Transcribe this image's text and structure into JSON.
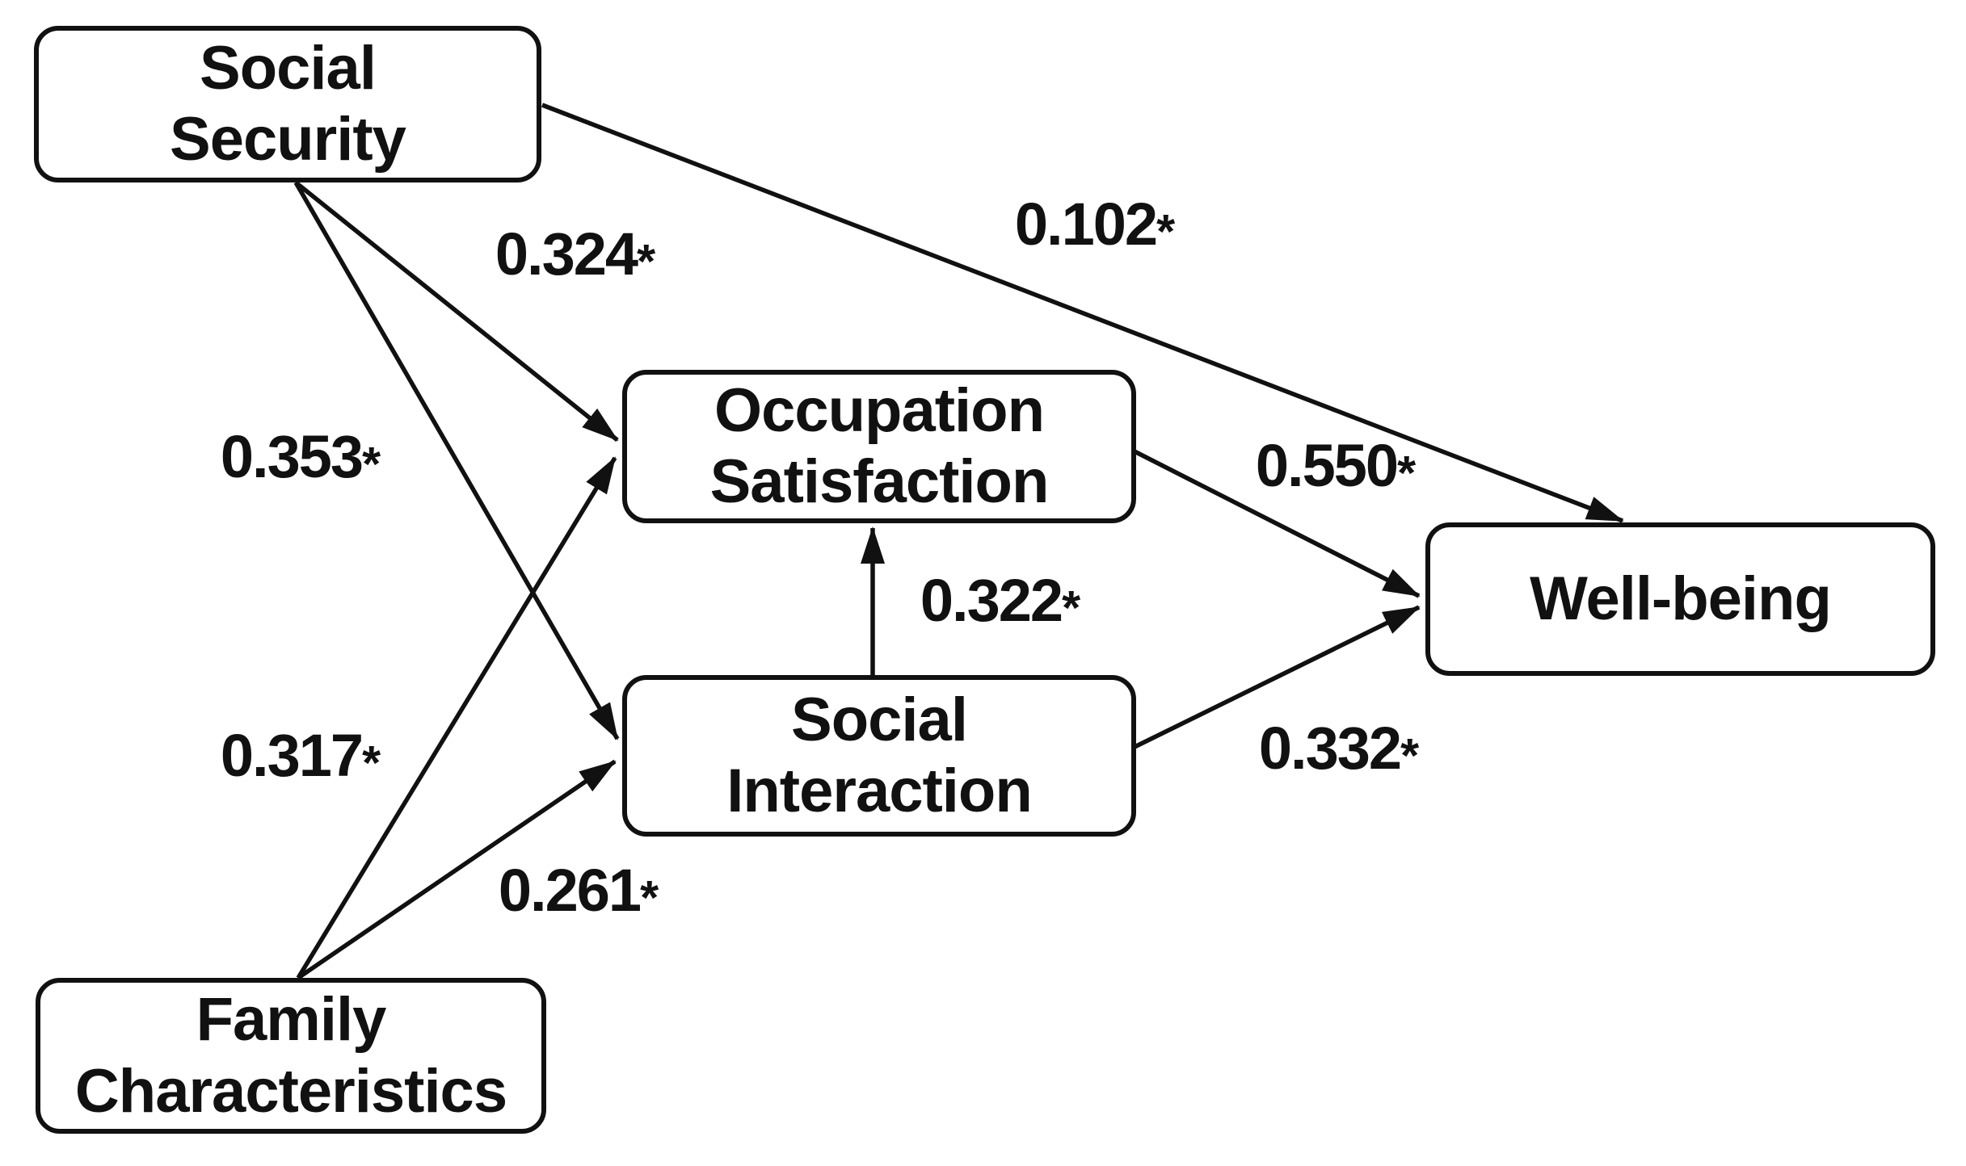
{
  "figure": {
    "type": "structural-path-diagram",
    "background_color": "#ffffff",
    "line_color": "#111111",
    "text_color": "#111111"
  },
  "diagram": {
    "nodes": [
      {
        "id": "social-security",
        "line1": "Social",
        "line2": "Security"
      },
      {
        "id": "occupation-satisfaction",
        "line1": "Occupation",
        "line2": "Satisfaction"
      },
      {
        "id": "social-interaction",
        "line1": "Social",
        "line2": "Interaction"
      },
      {
        "id": "well-being",
        "line1": "Well-being"
      },
      {
        "id": "family-characteristics",
        "line1": "Family",
        "line2": "Characteristics"
      }
    ],
    "edges": [
      {
        "from": "social-security",
        "to": "well-being",
        "coefficient": "0.102",
        "significance": "*"
      },
      {
        "from": "social-security",
        "to": "occupation-satisfaction",
        "coefficient": "0.324",
        "significance": "*"
      },
      {
        "from": "social-security",
        "to": "social-interaction",
        "coefficient": "0.353",
        "significance": "*"
      },
      {
        "from": "family-characteristics",
        "to": "occupation-satisfaction",
        "coefficient": "0.317",
        "significance": "*"
      },
      {
        "from": "family-characteristics",
        "to": "social-interaction",
        "coefficient": "0.261",
        "significance": "*"
      },
      {
        "from": "social-interaction",
        "to": "occupation-satisfaction",
        "coefficient": "0.322",
        "significance": "*"
      },
      {
        "from": "occupation-satisfaction",
        "to": "well-being",
        "coefficient": "0.550",
        "significance": "*"
      },
      {
        "from": "social-interaction",
        "to": "well-being",
        "coefficient": "0.332",
        "significance": "*"
      }
    ]
  }
}
